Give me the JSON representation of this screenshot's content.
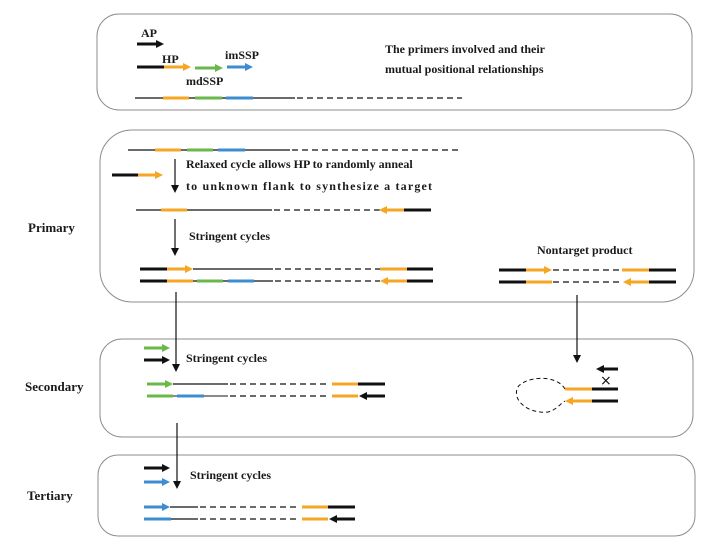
{
  "colors": {
    "orange": "#f5a623",
    "green": "#6ab84a",
    "blue": "#3d8dd0",
    "black": "#111111",
    "border": "#8c8c8c"
  },
  "legend": {
    "ap_label": "AP",
    "hp_label": "HP",
    "mdssp_label": "mdSSP",
    "imssp_label": "imSSP",
    "description_line1": "The primers involved and their",
    "description_line2": "mutual positional relationships"
  },
  "stages": {
    "primary": "Primary",
    "secondary": "Secondary",
    "tertiary": "Tertiary"
  },
  "primary": {
    "relaxed_line1": "Relaxed cycle allows HP to randomly anneal",
    "relaxed_line2": "to  unknown  flank  to  synthesize  a  target",
    "stringent": "Stringent cycles",
    "nontarget": "Nontarget product"
  },
  "secondary": {
    "stringent": "Stringent cycles",
    "blocked_symbol": "×"
  },
  "tertiary": {
    "stringent": "Stringent cycles"
  }
}
